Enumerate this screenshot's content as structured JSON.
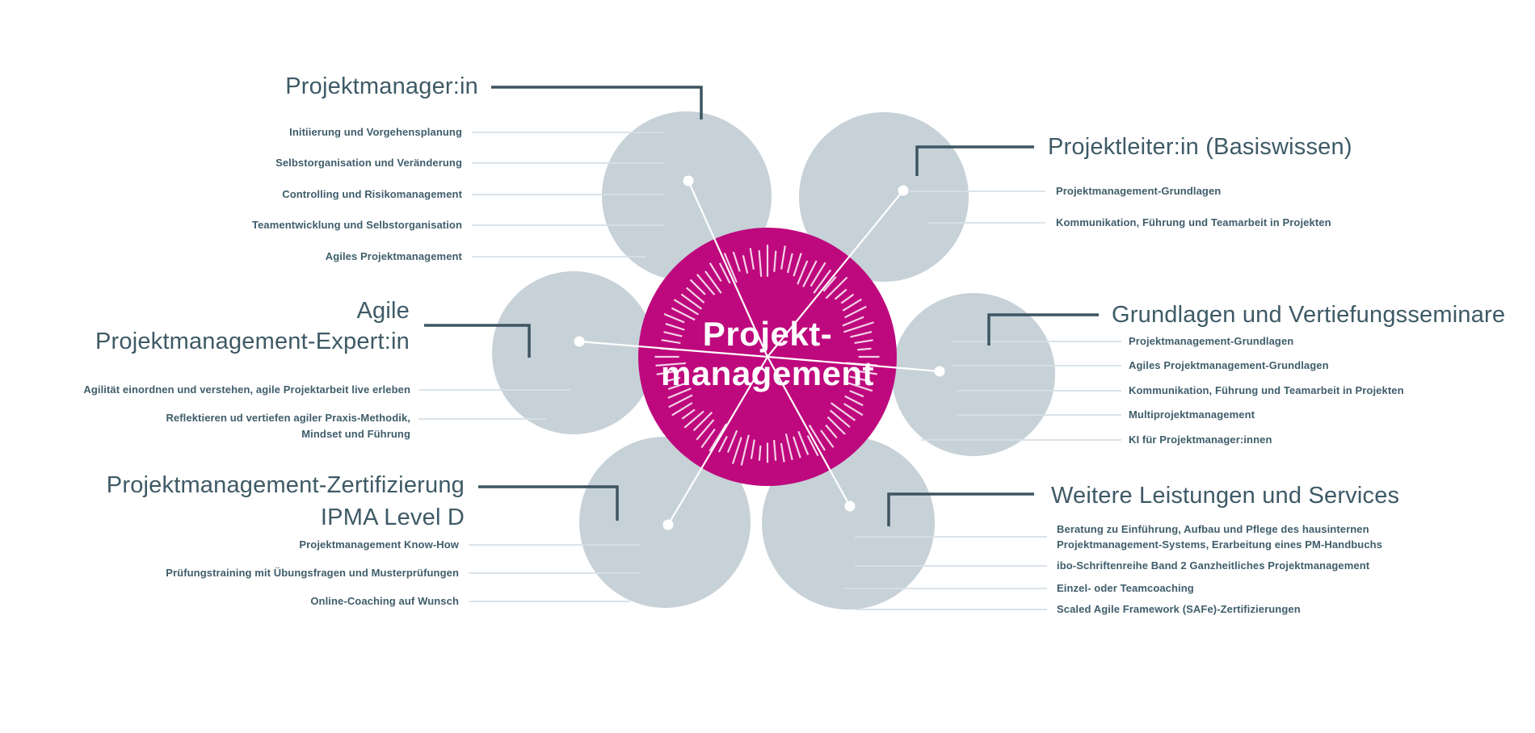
{
  "center": {
    "title": "Projekt-\nmanagement"
  },
  "colors": {
    "magenta": "#BE087D",
    "petal": "#C7D1D8",
    "slate": "#3E5A66",
    "item": "#3F5D6B",
    "leader": "#D6E0E7",
    "connector": "#3D5560"
  },
  "sections": [
    {
      "id": "projektmanagerin",
      "title": "Projektmanager:in",
      "items": [
        "Initiierung und Vorgehensplanung",
        "Selbstorganisation und Veränderung",
        "Controlling und Risikomanagement",
        "Teamentwicklung und Selbstorganisation",
        "Agiles Projektmanagement"
      ]
    },
    {
      "id": "projektleiterin-basiswissen",
      "title": "Projektleiter:in (Basiswissen)",
      "items": [
        "Projektmanagement-Grundlagen",
        "Kommunikation, Führung und Teamarbeit in Projekten"
      ]
    },
    {
      "id": "agile-projektmanagement-expertin",
      "title": "Agile\nProjektmanagement-Expert:in",
      "items": [
        "Agilität einordnen und verstehen, agile Projektarbeit live erleben",
        "Reflektieren ud vertiefen agiler Praxis-Methodik,\nMindset und Führung"
      ]
    },
    {
      "id": "grundlagen-und-vertiefungsseminare",
      "title": "Grundlagen und Vertiefungsseminare",
      "items": [
        "Projektmanagement-Grundlagen",
        "Agiles Projektmanagement-Grundlagen",
        "Kommunikation, Führung und Teamarbeit in Projekten",
        "Multiprojektmanagement",
        "KI für Projektmanager:innen"
      ]
    },
    {
      "id": "projektmanagement-zertifizierung-ipma",
      "title": "Projektmanagement-Zertifizierung\nIPMA Level D",
      "items": [
        "Projektmanagement Know-How",
        "Prüfungstraining mit Übungsfragen und Musterprüfungen",
        "Online-Coaching auf Wunsch"
      ]
    },
    {
      "id": "weitere-leistungen-und-services",
      "title": "Weitere Leistungen und Services",
      "items": [
        "Beratung zu Einführung, Aufbau und Pflege des hausinternen\nProjektmanagement-Systems, Erarbeitung eines PM-Handbuchs",
        "ibo-Schriftenreihe Band 2 Ganzheitliches Projektmanagement",
        "Einzel- oder Teamcoaching",
        "Scaled Agile Framework (SAFe)-Zertifizierungen"
      ]
    }
  ]
}
